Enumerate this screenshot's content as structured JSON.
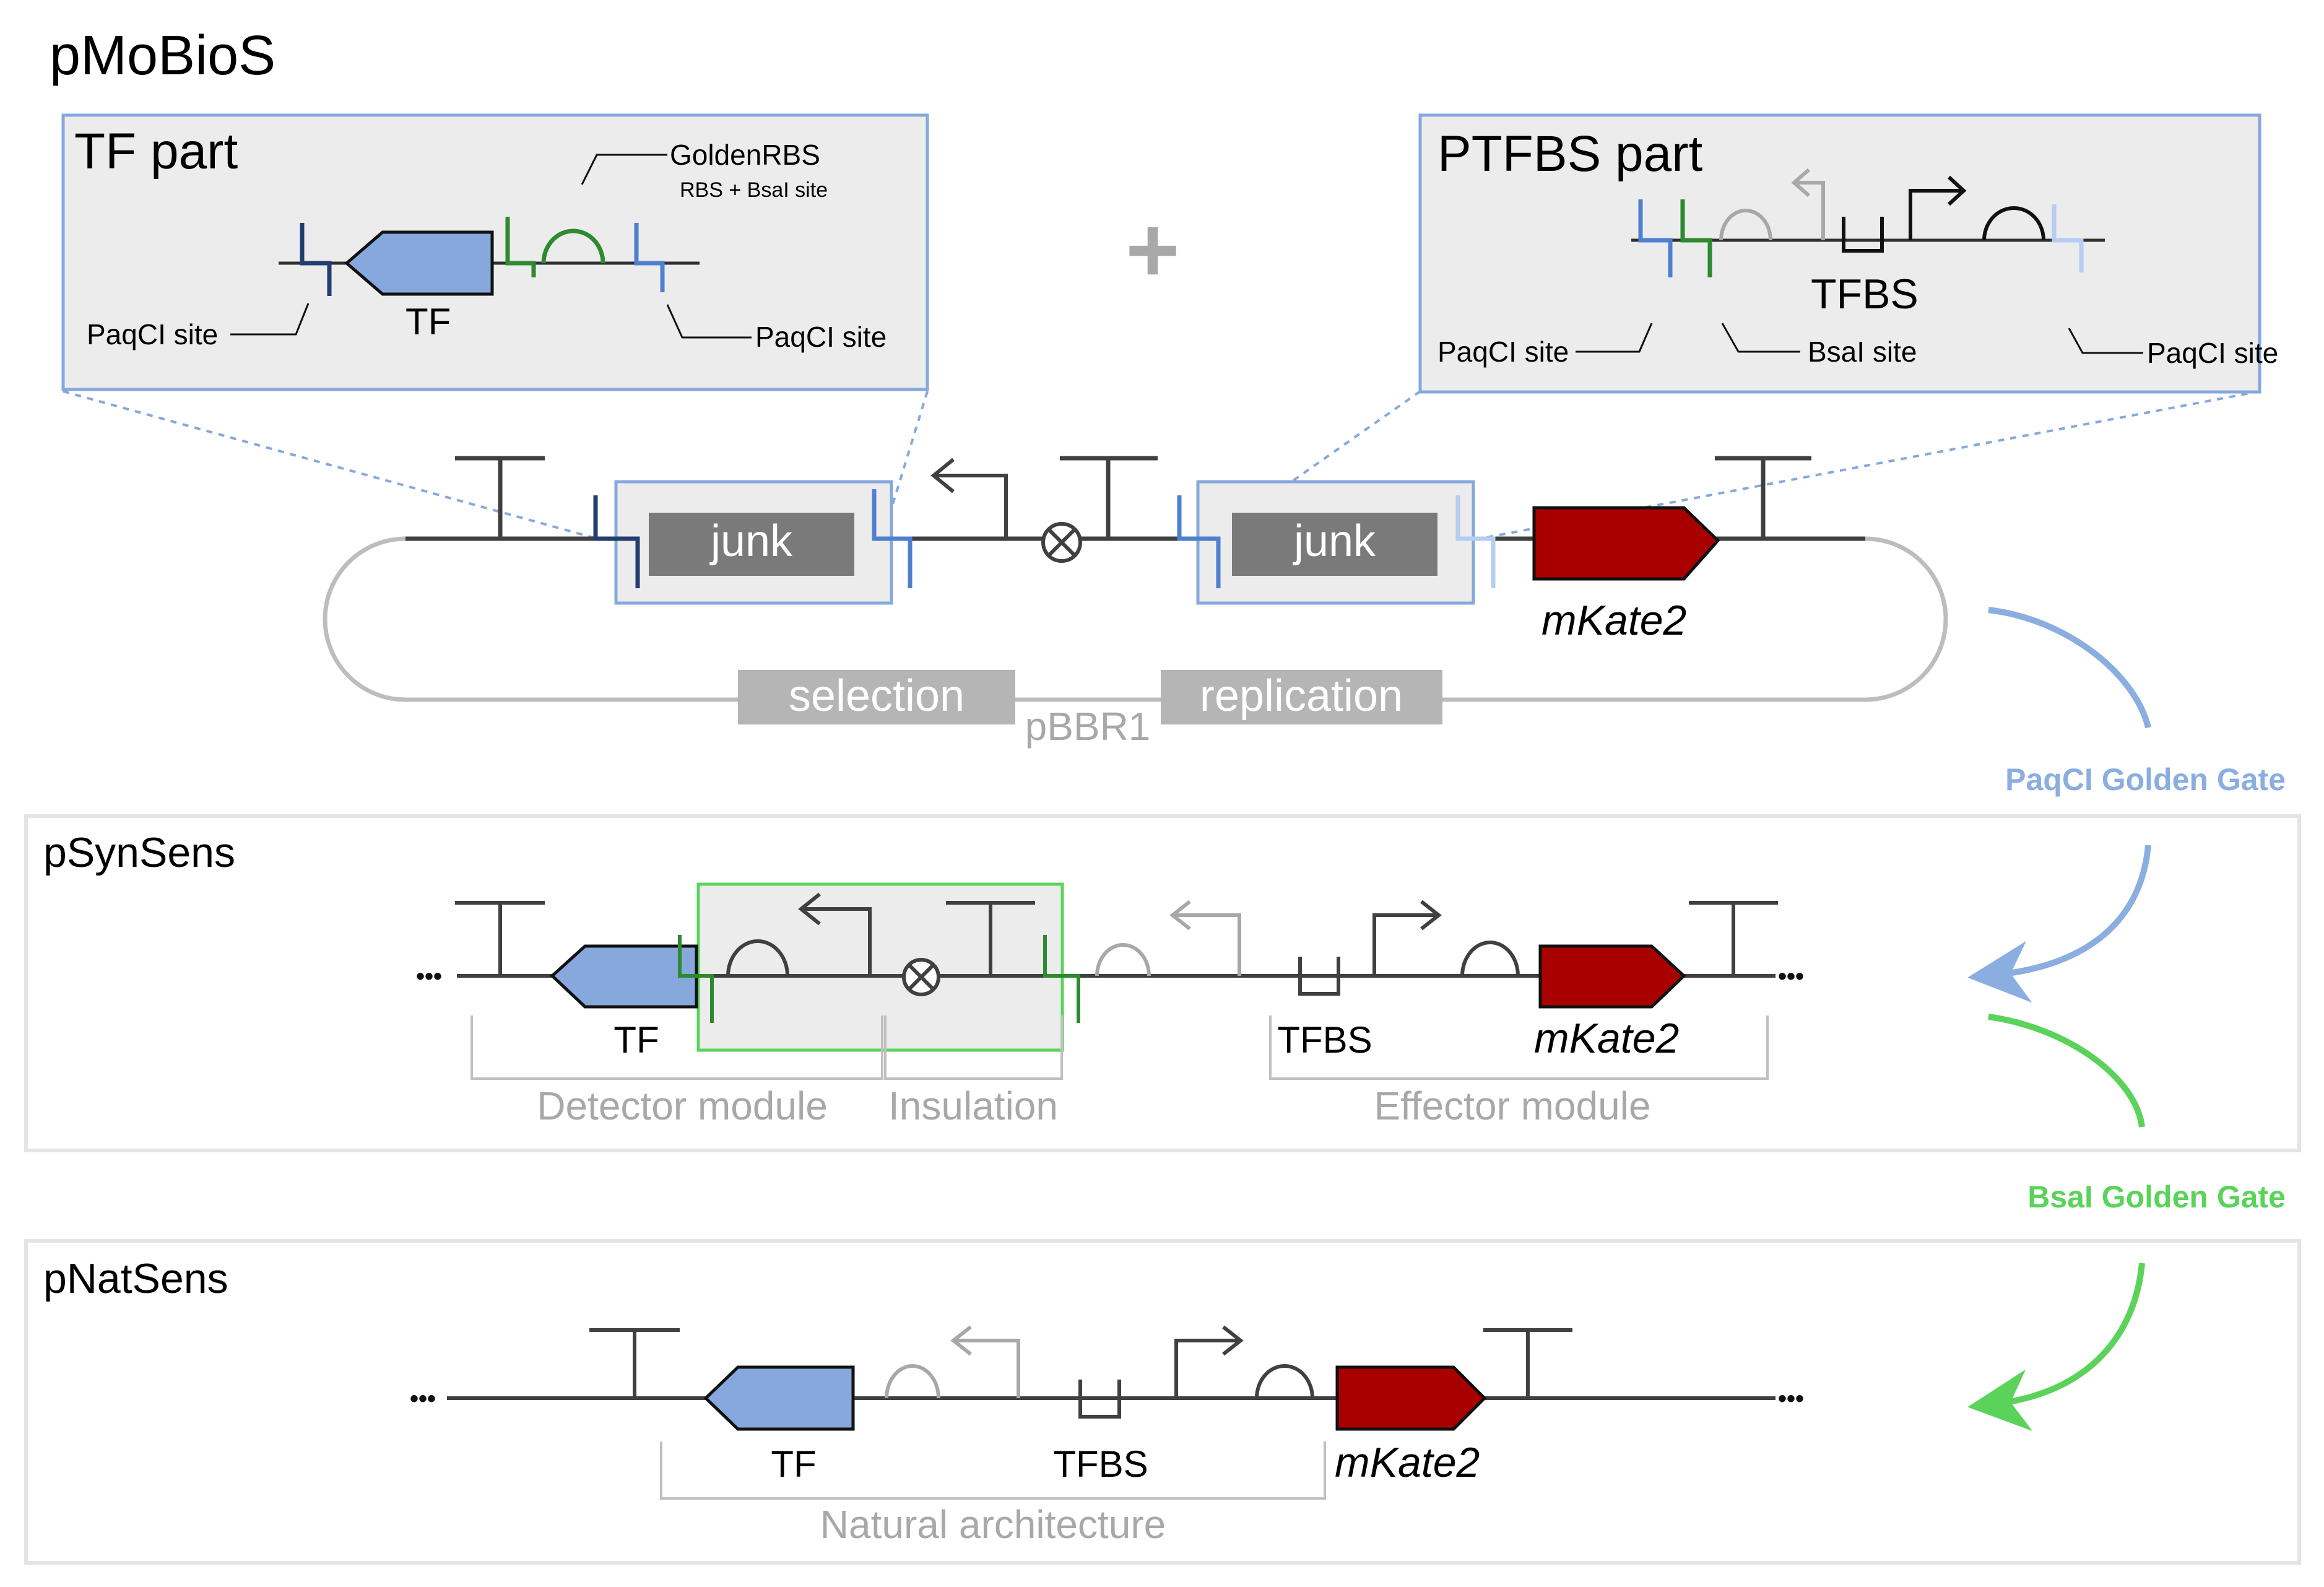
{
  "figure_title": "pMoBioS",
  "tf_part": {
    "title": "TF part",
    "golden_rbs": "GoldenRBS",
    "golden_rbs_sub": "RBS + BsaI site",
    "tf_label": "TF",
    "paqci_left": "PaqCI site",
    "paqci_right": "PaqCI site"
  },
  "plus_sign": "+",
  "ptfbs_part": {
    "title": "PTFBS part",
    "tfbs_label": "TFBS",
    "paqci_left": "PaqCI site",
    "bsai_label": "BsaI site",
    "paqci_right": "PaqCI site"
  },
  "backbone": {
    "junk_left": "junk",
    "junk_right": "junk",
    "reporter": "mKate2",
    "selection": "selection",
    "replication": "replication",
    "origin": "pBBR1"
  },
  "psynsens": {
    "title": "pSynSens",
    "ellipsis_left": "•••",
    "ellipsis_right": "•••",
    "tf_label": "TF",
    "tfbs_label": "TFBS",
    "reporter": "mKate2",
    "detector_module": "Detector module",
    "insulation": "Insulation",
    "effector_module": "Effector module"
  },
  "pnatsens": {
    "title": "pNatSens",
    "ellipsis_left": "•••",
    "ellipsis_right": "•••",
    "tf_label": "TF",
    "tfbs_label": "TFBS",
    "reporter": "mKate2",
    "natural_architecture": "Natural architecture"
  },
  "golden_gate": {
    "paqci": "PaqCI Golden Gate",
    "bsai": "BsaI Golden Gate"
  },
  "colors": {
    "tf_blue": "#86a8dc",
    "reporter_red": "#a80000",
    "panel_border_blue": "#86a8dc",
    "module_green": "#5bd35b",
    "paqci_arrow": "#8aaee0",
    "bsai_arrow": "#5bd35b",
    "dark_line": "#404040",
    "gray": "#a8a8a8"
  }
}
